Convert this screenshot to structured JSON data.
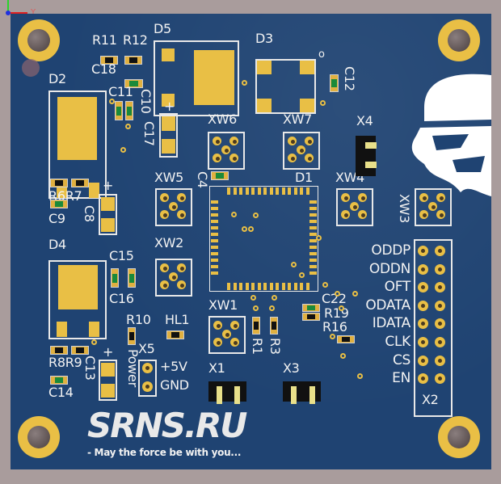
{
  "view": {
    "axis_label": "Y"
  },
  "silkscreen": {
    "R11": "R11",
    "R12": "R12",
    "C18": "C18",
    "D5": "D5",
    "D3": "D3",
    "C12": "C12",
    "D2": "D2",
    "C11": "C11",
    "C10": "C10",
    "C17": "C17",
    "plus": "+",
    "XW6": "XW6",
    "XW7": "XW7",
    "X4": "X4",
    "C4": "C4",
    "XW5": "XW5",
    "D1": "D1",
    "XW4": "XW4",
    "XW3": "XW3",
    "R6R7": "R6R7",
    "C9": "C9",
    "C8": "C8",
    "D4": "D4",
    "C15": "C15",
    "C16": "C16",
    "XW2": "XW2",
    "R10": "R10",
    "HL1": "HL1",
    "Power": "Power",
    "X5": "X5",
    "plus5v": "+5V",
    "GND": "GND",
    "R8R9": "R8R9",
    "C14": "C14",
    "C13": "C13",
    "XW1": "XW1",
    "R1": "R1",
    "R3": "R3",
    "X1": "X1",
    "X3": "X3",
    "C22": "C22",
    "R19": "R19",
    "R16": "R16",
    "X2": "X2",
    "D3_mark": "o"
  },
  "x2_pins": [
    "ODDP",
    "ODDN",
    "OFT",
    "ODATA",
    "IDATA",
    "CLK",
    "CS",
    "EN"
  ],
  "logo": {
    "text": "SRNS.RU",
    "tagline": "- May the force be with you..."
  },
  "colors": {
    "board": "#1f4372",
    "copper": "#e9bf45",
    "silk": "#f2f2f2",
    "background": "#a99c9c"
  }
}
